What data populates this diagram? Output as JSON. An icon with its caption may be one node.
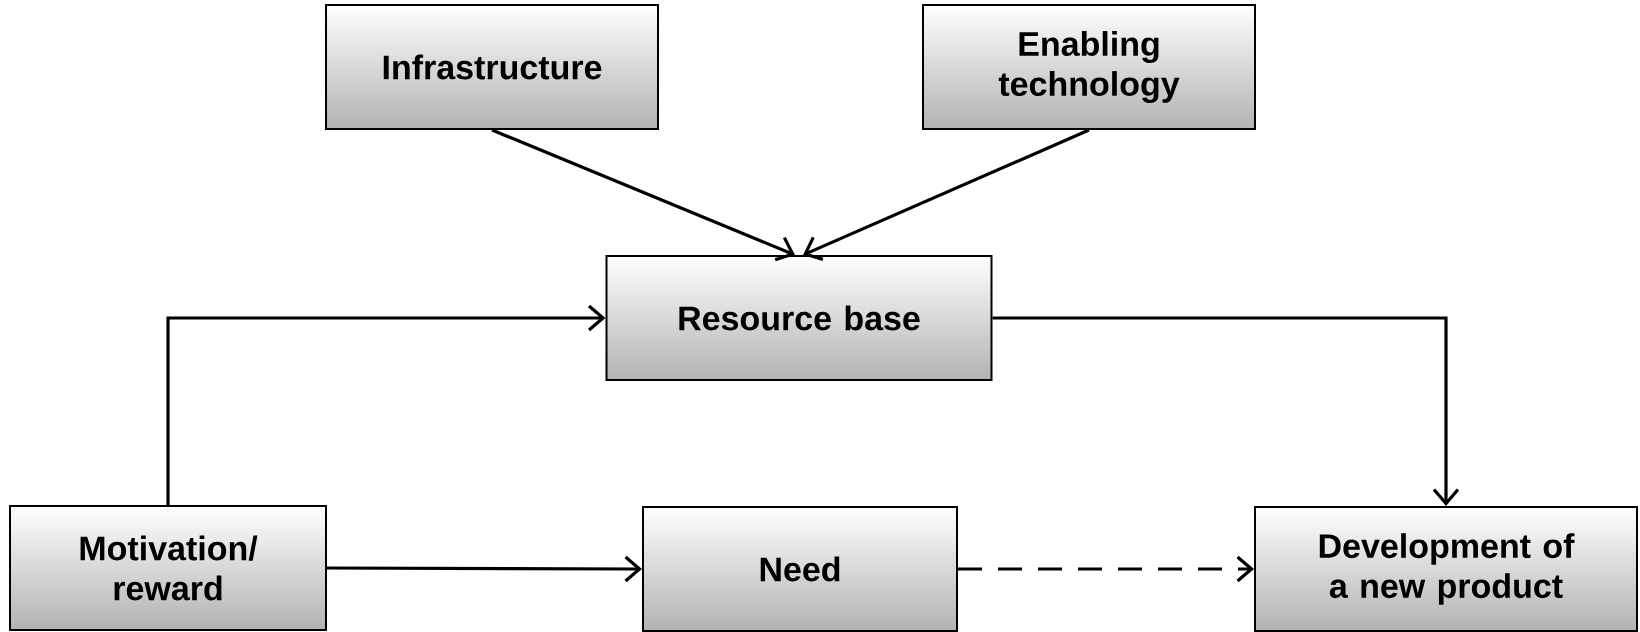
{
  "diagram": {
    "nodes": [
      {
        "text": [
          "Infrastructure"
        ]
      },
      {
        "text": [
          "Enabling technology"
        ]
      },
      {
        "text": [
          "Resource base"
        ]
      },
      {
        "text": [
          "Motivation/ reward"
        ]
      },
      {
        "text": [
          "Need"
        ]
      },
      {
        "text": [
          "Development of a new product"
        ]
      }
    ],
    "edges": [
      {
        "from": 0,
        "to": 2,
        "arrow": "to"
      },
      {
        "from": 1,
        "to": 2,
        "arrow": "to"
      },
      {
        "from": 3,
        "to": 2,
        "arrow": "to"
      },
      {
        "from": 3,
        "to": 4,
        "arrow": "to"
      },
      {
        "from": 4,
        "to": 5,
        "arrow": "to",
        "style": "dashed"
      },
      {
        "from": 2,
        "to": 5,
        "arrow": "to"
      }
    ]
  }
}
